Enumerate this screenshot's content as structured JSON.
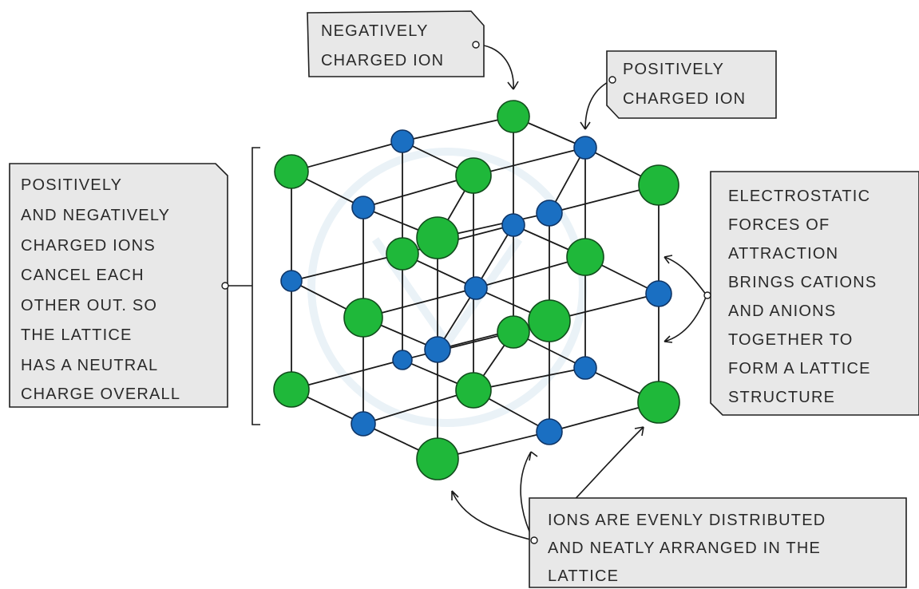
{
  "labels": {
    "negative_ion": [
      "NEGATIVELY",
      "CHARGED  ION"
    ],
    "positive_ion": [
      "POSITIVELY",
      "CHARGED  ION"
    ],
    "neutral": [
      "POSITIVELY",
      "AND  NEGATIVELY",
      "CHARGED  IONS",
      "CANCEL  EACH",
      "OTHER  OUT. SO",
      "THE  LATTICE",
      "HAS  A  NEUTRAL",
      "CHARGE  OVERALL"
    ],
    "electrostatic": [
      "ELECTROSTATIC",
      "FORCES  OF",
      "ATTRACTION",
      "BRINGS  CATIONS",
      "AND  ANIONS",
      "TOGETHER  TO",
      "FORM  A  LATTICE",
      "STRUCTURE"
    ],
    "distributed": [
      "IONS  ARE  EVENLY   DISTRIBUTED",
      "AND  NEATLY  ARRANGED  IN  THE",
      "LATTICE"
    ]
  },
  "colors": {
    "negative_ion": "#1fb83a",
    "positive_ion": "#1a6fc2",
    "label_box": "#e8e8e8"
  }
}
